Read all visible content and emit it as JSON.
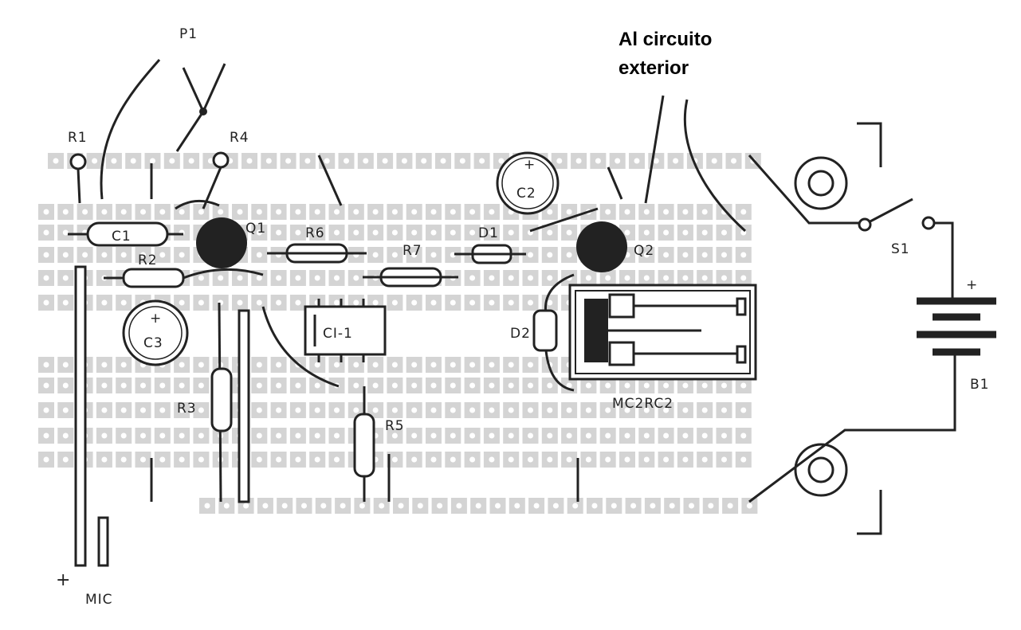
{
  "title": "Al circuito exterior",
  "title_lines": [
    "Al circuito",
    "exterior"
  ],
  "labels": {
    "P1": "P1",
    "R1": "R1",
    "R4": "R4",
    "C1": "C1",
    "Q1": "Q1",
    "R6": "R6",
    "R2": "R2",
    "R7": "R7",
    "D1": "D1",
    "C2": "C2",
    "Q2": "Q2",
    "S1": "S1",
    "B1": "B1",
    "C3": "C3",
    "CI1": "CI-1",
    "D2": "D2",
    "relay": "MC2RC2",
    "R3": "R3",
    "R5": "R5",
    "MIC": "MIC",
    "plus_mic": "+",
    "plus_batt": "+",
    "plus_c2": "+",
    "plus_c3": "+"
  }
}
